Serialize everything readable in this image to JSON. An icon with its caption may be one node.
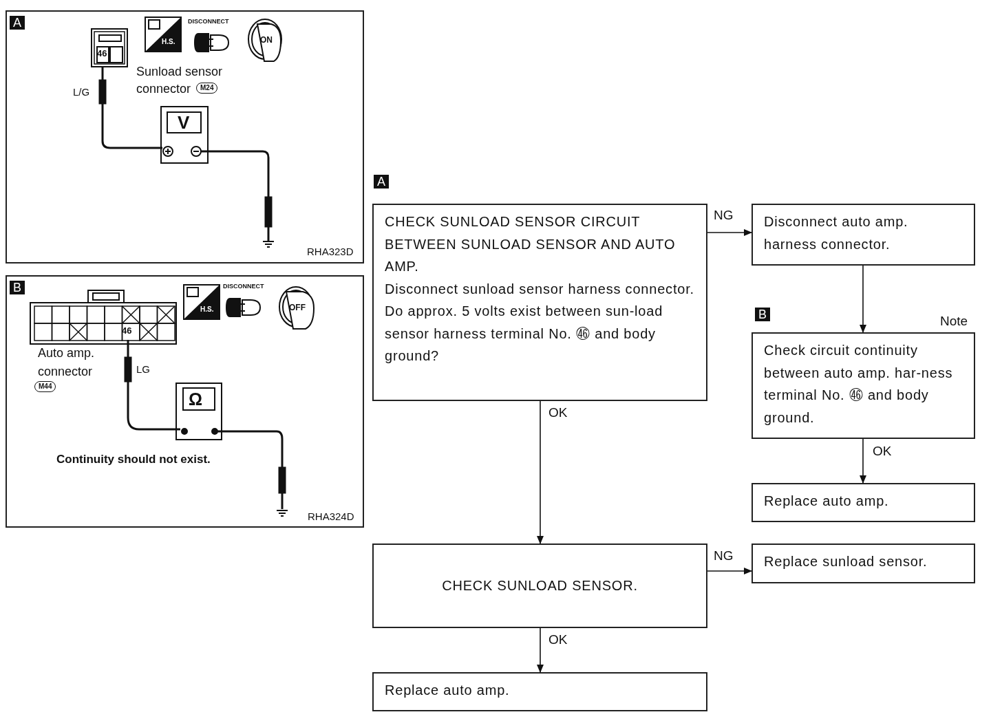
{
  "diagram": {
    "nodes": [
      {
        "text": [
          "CHECK SUNLOAD SENSOR CIRCUIT BETWEEN SUNLOAD SENSOR AND AUTO AMP.",
          "Disconnect sunload sensor harness connector.",
          "Do approx. 5 volts exist between sun-load sensor harness terminal No. ㊻ and body ground?"
        ],
        "beside": [
          "A"
        ]
      },
      {
        "text": [
          "Disconnect auto amp. harness connector."
        ]
      },
      {
        "text": [
          "Check circuit continuity between auto amp. har-ness terminal No. ㊻ and body ground."
        ],
        "beside": [
          "B",
          "Note"
        ]
      },
      {
        "text": [
          "Replace auto amp."
        ]
      },
      {
        "text": [
          "CHECK SUNLOAD SENSOR."
        ]
      },
      {
        "text": [
          "Replace sunload sensor."
        ]
      },
      {
        "text": [
          "Replace auto amp."
        ]
      }
    ],
    "edges": [
      {
        "from": 0,
        "to": 1,
        "arrow": "to",
        "label": "NG"
      },
      {
        "from": 1,
        "to": 2,
        "arrow": "to"
      },
      {
        "from": 2,
        "to": 3,
        "arrow": "to",
        "label": "OK"
      },
      {
        "from": 0,
        "to": 4,
        "arrow": "to",
        "label": "OK"
      },
      {
        "from": 4,
        "to": 5,
        "arrow": "to",
        "label": "NG"
      },
      {
        "from": 4,
        "to": 6,
        "arrow": "to",
        "label": "OK"
      }
    ],
    "labels": [
      "A",
      "DISCONNECT",
      "H.S.",
      "ON",
      "46",
      "Sunload sensor connector",
      "M24",
      "L/G",
      "V",
      "RHA323D",
      "B",
      "DISCONNECT",
      "H.S.",
      "OFF",
      "46",
      "Auto amp. connector",
      "M44",
      "LG",
      "Ω",
      "Continuity should not exist.",
      "RHA324D"
    ]
  }
}
